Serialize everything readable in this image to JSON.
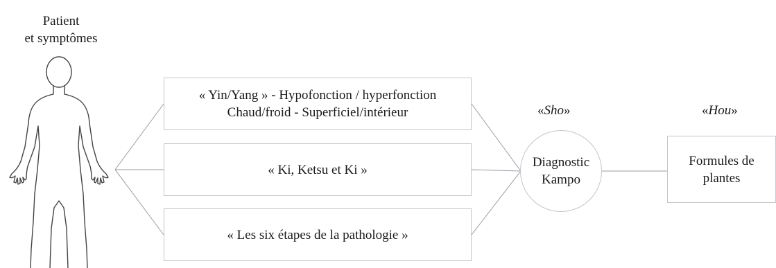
{
  "patient": {
    "line1": "Patient",
    "line2": "et symptômes"
  },
  "criteria": {
    "yin_yang_line1": "« Yin/Yang » - Hypofonction / hyperfonction",
    "yin_yang_line2": "Chaud/froid - Superficiel/intérieur",
    "ki_ketsu": "« Ki, Ketsu et Ki »",
    "six_stages": "« Les six étapes de la pathologie »"
  },
  "diagnosis": {
    "quote_open": "«",
    "quote_term": "Sho",
    "quote_close": "»",
    "line1": "Diagnostic",
    "line2": "Kampo"
  },
  "treatment": {
    "quote_open": "«",
    "quote_term": "Hou",
    "quote_close": "»",
    "line1": "Formules de",
    "line2": "plantes"
  },
  "colors": {
    "line": "#9a9aa6",
    "border": "#c5c5cc",
    "figure": "#444444"
  },
  "icons": [
    "human-figure-icon"
  ]
}
